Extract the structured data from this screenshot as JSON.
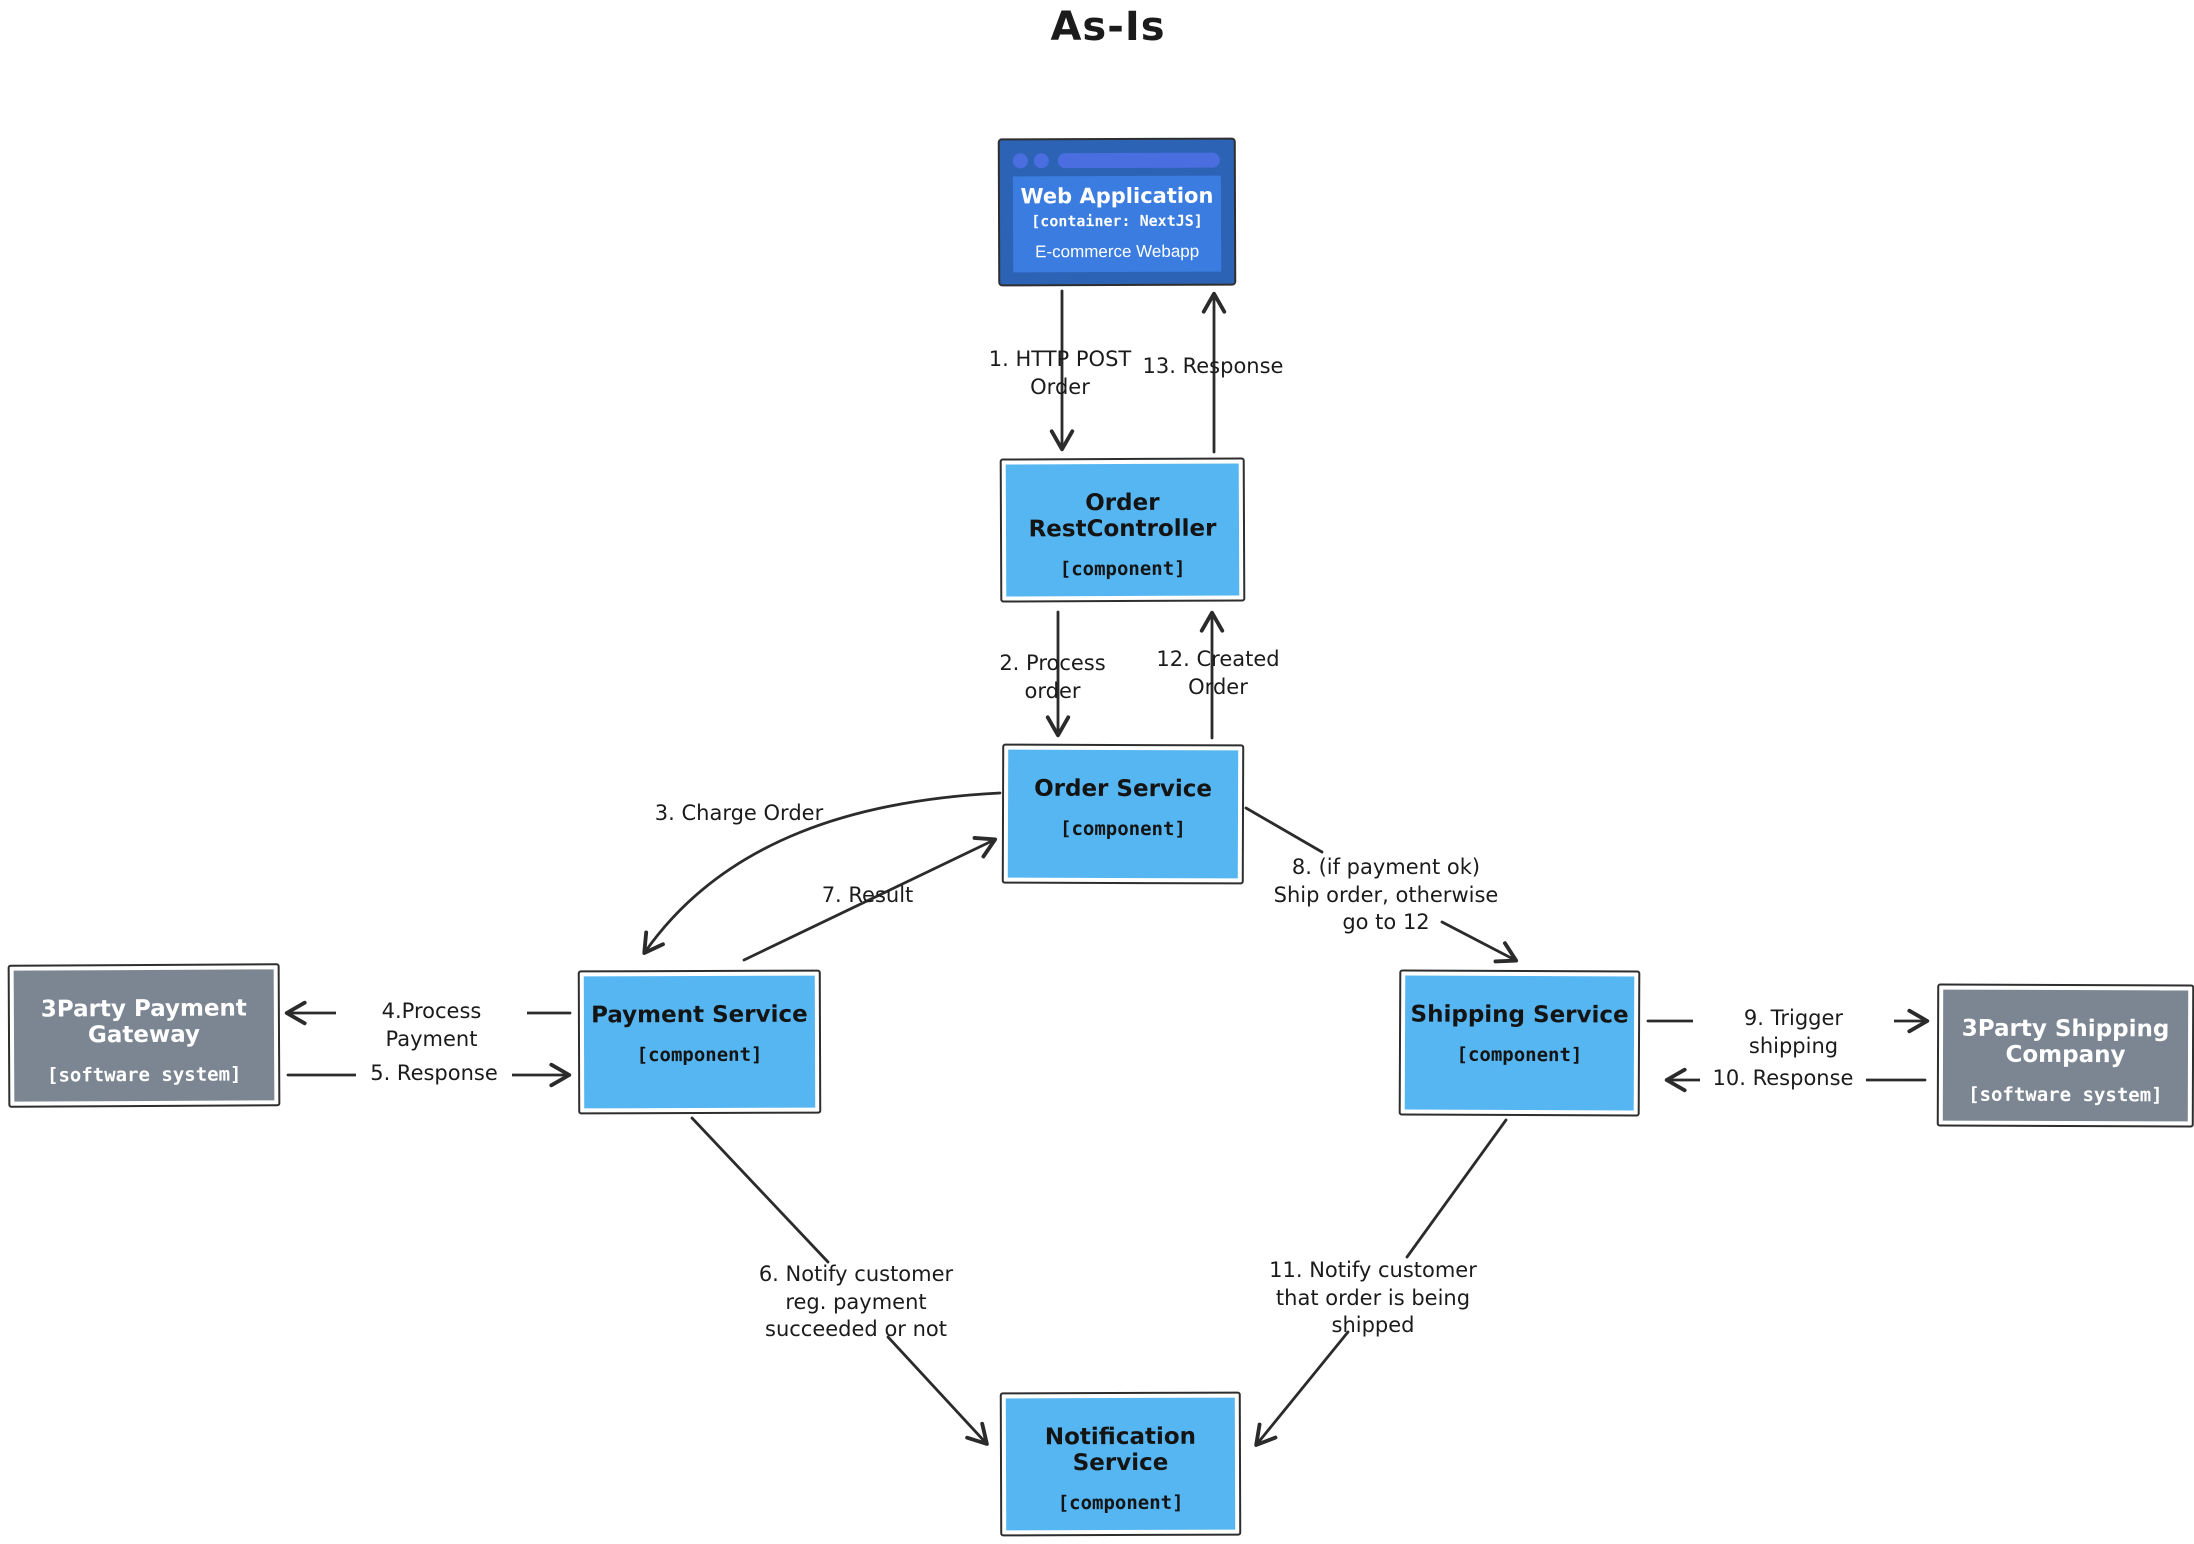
{
  "title": "As-Is",
  "colors": {
    "component_fill": "#56b6f1",
    "external_fill": "#7c8692",
    "browser_frame": "#2d63b5",
    "browser_accent": "#4a6ee0",
    "browser_inner": "#3a7ce0",
    "stroke": "#2b2b2b"
  },
  "nodes": {
    "webapp": {
      "title": "Web Application",
      "subtitle": "[container: NextJS]",
      "description": "E-commerce Webapp"
    },
    "order_rest": {
      "title": "Order RestController",
      "subtitle": "[component]"
    },
    "order_service": {
      "title": "Order Service",
      "subtitle": "[component]"
    },
    "payment_service": {
      "title": "Payment Service",
      "subtitle": "[component]"
    },
    "shipping_service": {
      "title": "Shipping Service",
      "subtitle": "[component]"
    },
    "notification_service": {
      "title": "Notification Service",
      "subtitle": "[component]"
    },
    "payment_gateway": {
      "title": "3Party Payment Gateway",
      "subtitle": "[software system]"
    },
    "shipping_company": {
      "title": "3Party Shipping Company",
      "subtitle": "[software system]"
    }
  },
  "edges": {
    "e1": {
      "label": "1. HTTP POST\nOrder"
    },
    "e2": {
      "label": "2. Process\norder"
    },
    "e3": {
      "label": "3. Charge Order"
    },
    "e4": {
      "label": "4.Process Payment"
    },
    "e5": {
      "label": "5. Response"
    },
    "e6": {
      "label": "6. Notify customer\nreg. payment\nsucceeded or not"
    },
    "e7": {
      "label": "7. Result"
    },
    "e8": {
      "label": "8. (if payment ok)\nShip order, otherwise\ngo to 12"
    },
    "e9": {
      "label": "9. Trigger shipping"
    },
    "e10": {
      "label": "10. Response"
    },
    "e11": {
      "label": "11. Notify customer\nthat order is being\nshipped"
    },
    "e12": {
      "label": "12. Created\nOrder"
    },
    "e13": {
      "label": "13. Response"
    }
  }
}
